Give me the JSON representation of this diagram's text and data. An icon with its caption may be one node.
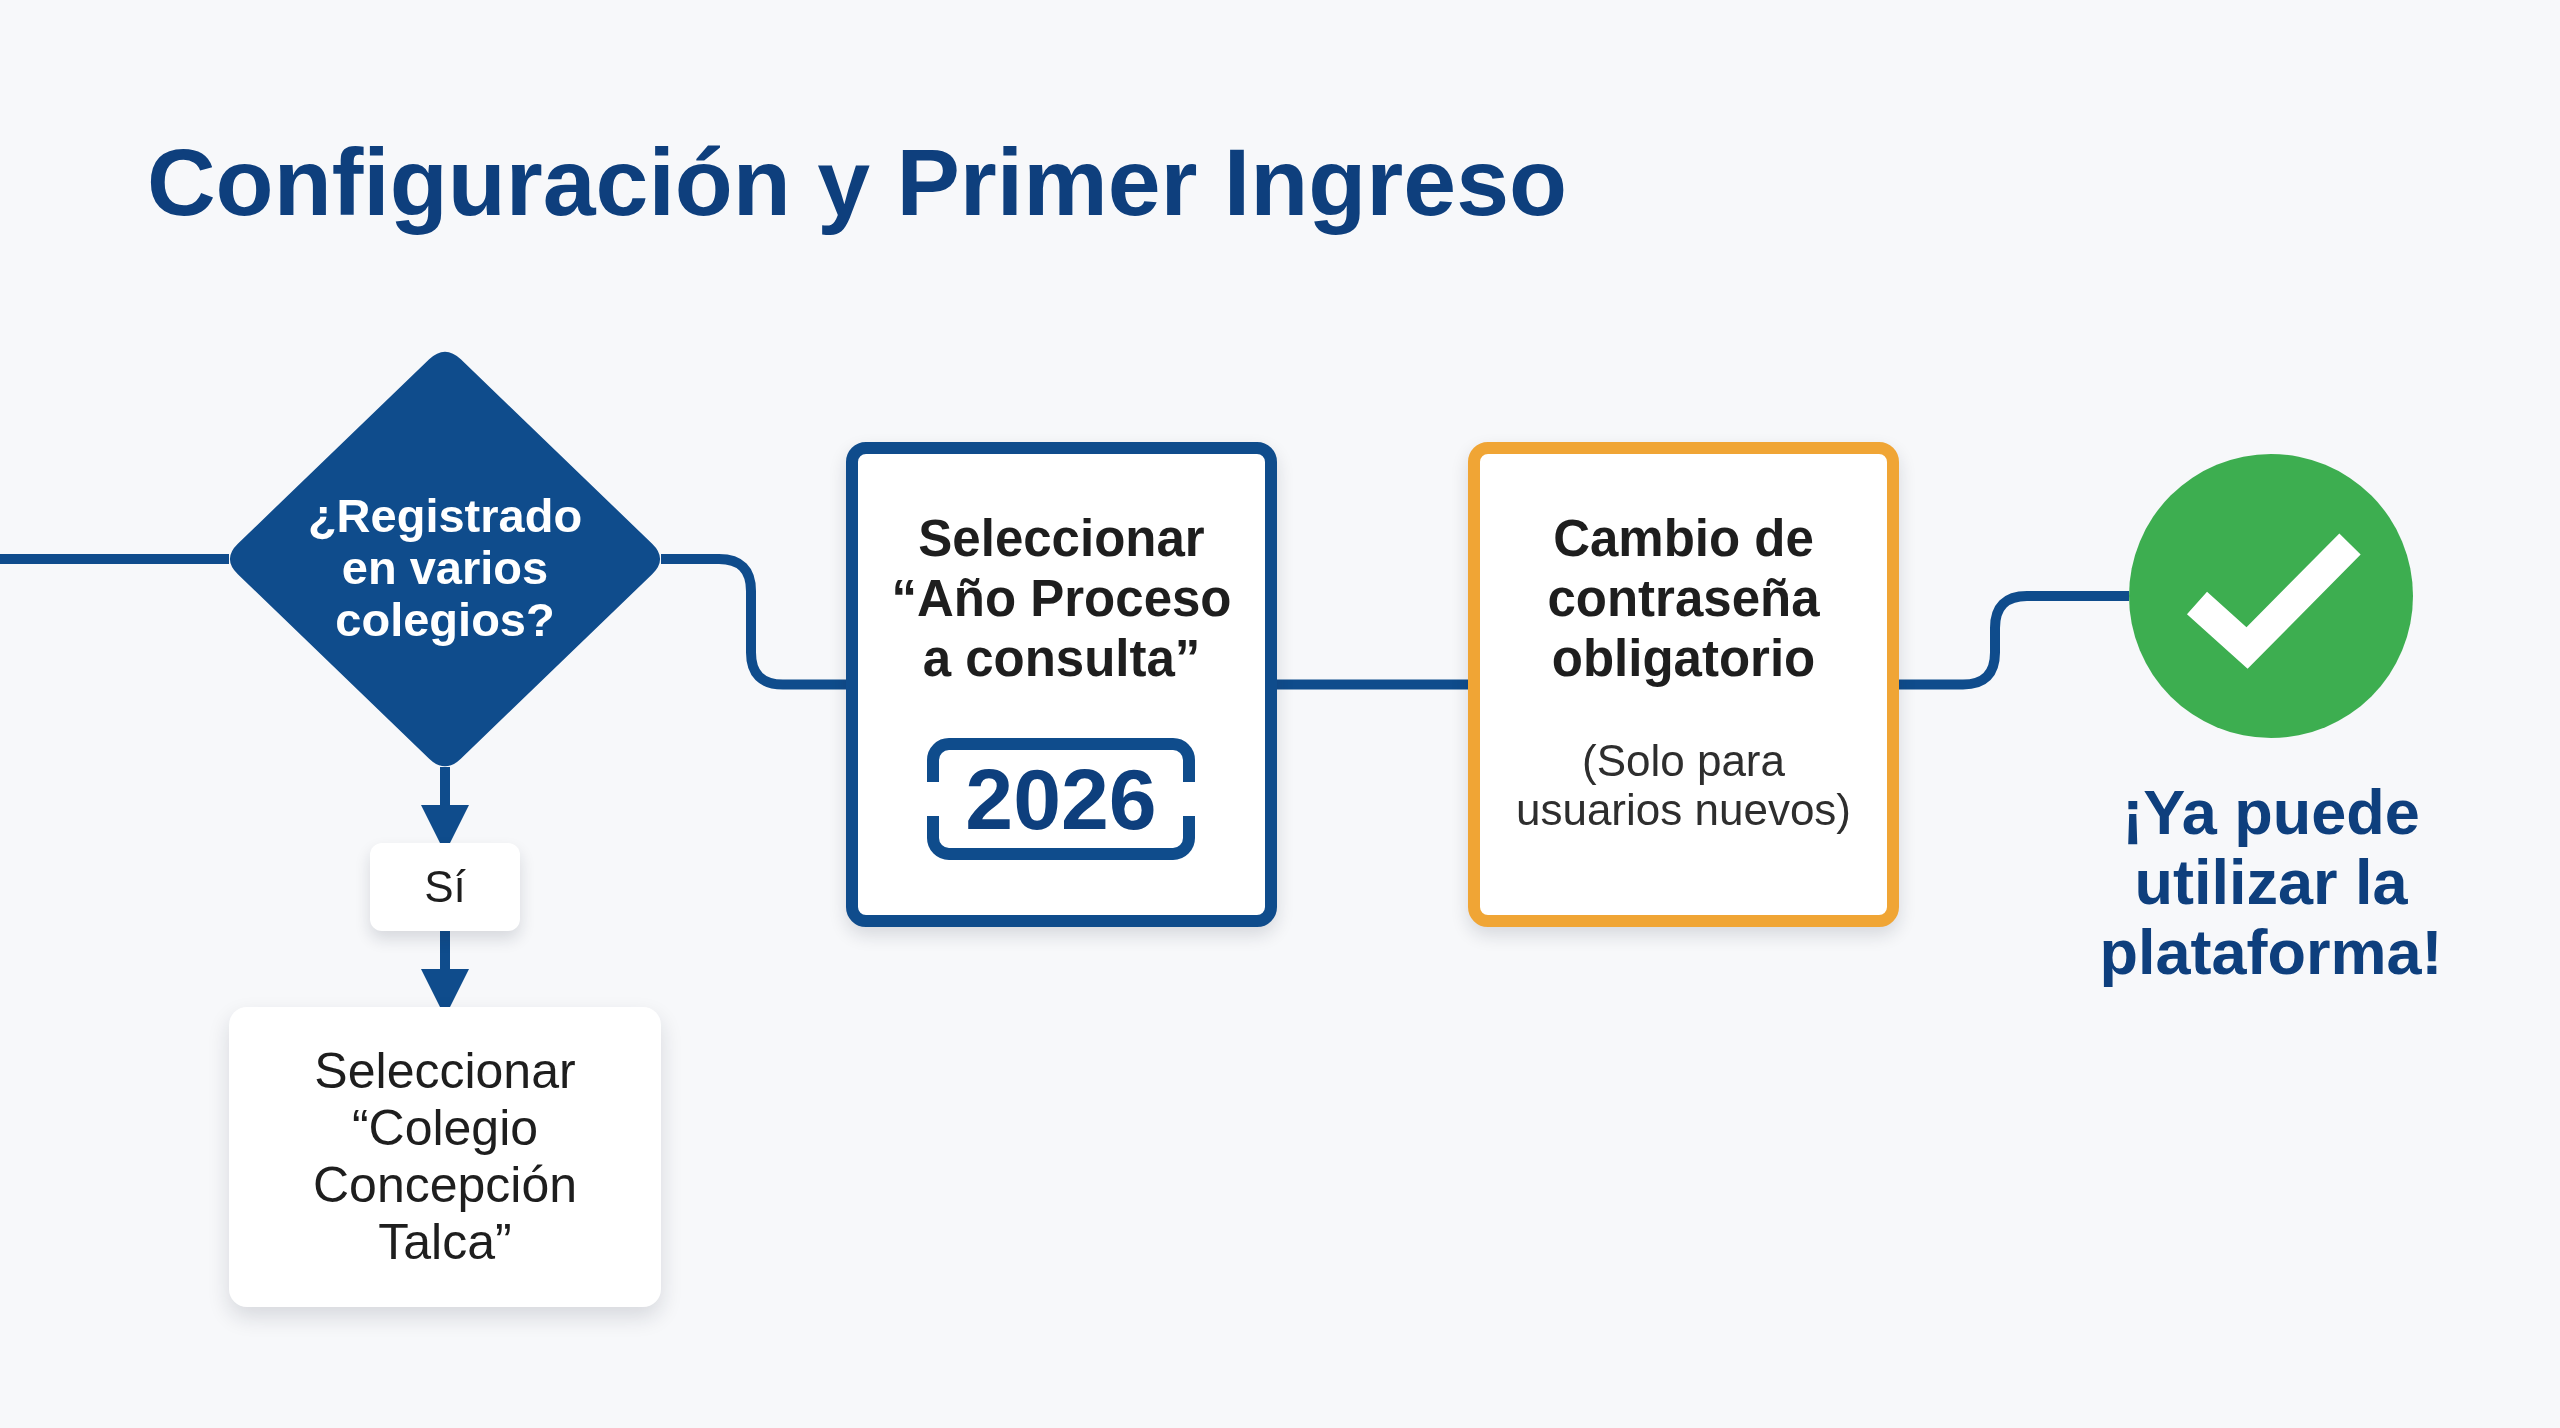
{
  "diagram": {
    "title": "Configuración y Primer Ingreso",
    "nodes": [
      {
        "text": [
          "¿Registrado en varios colegios?"
        ]
      },
      {
        "text": [
          "Sí"
        ]
      },
      {
        "text": [
          "Seleccionar “Colegio Concepción Talca”"
        ]
      },
      {
        "text": [
          "Seleccionar “Año Proceso a consulta”"
        ]
      },
      {
        "text": [
          "2026"
        ],
        "in": 3
      },
      {
        "text": [
          "Cambio de contraseña obligatorio",
          "(Solo para usuarios nuevos)"
        ]
      },
      {
        "text": [],
        "shape": "circle",
        "beside": [
          "¡Ya puede utilizar la plataforma!"
        ]
      }
    ],
    "edges": [
      {
        "from": null,
        "to": 0,
        "arrow": "none"
      },
      {
        "from": 0,
        "to": 1,
        "arrow": "to"
      },
      {
        "from": 1,
        "to": 2,
        "arrow": "to"
      },
      {
        "from": 0,
        "to": 3,
        "arrow": "none"
      },
      {
        "from": 3,
        "to": 5,
        "arrow": "none"
      },
      {
        "from": 5,
        "to": 6,
        "arrow": "none"
      }
    ]
  }
}
